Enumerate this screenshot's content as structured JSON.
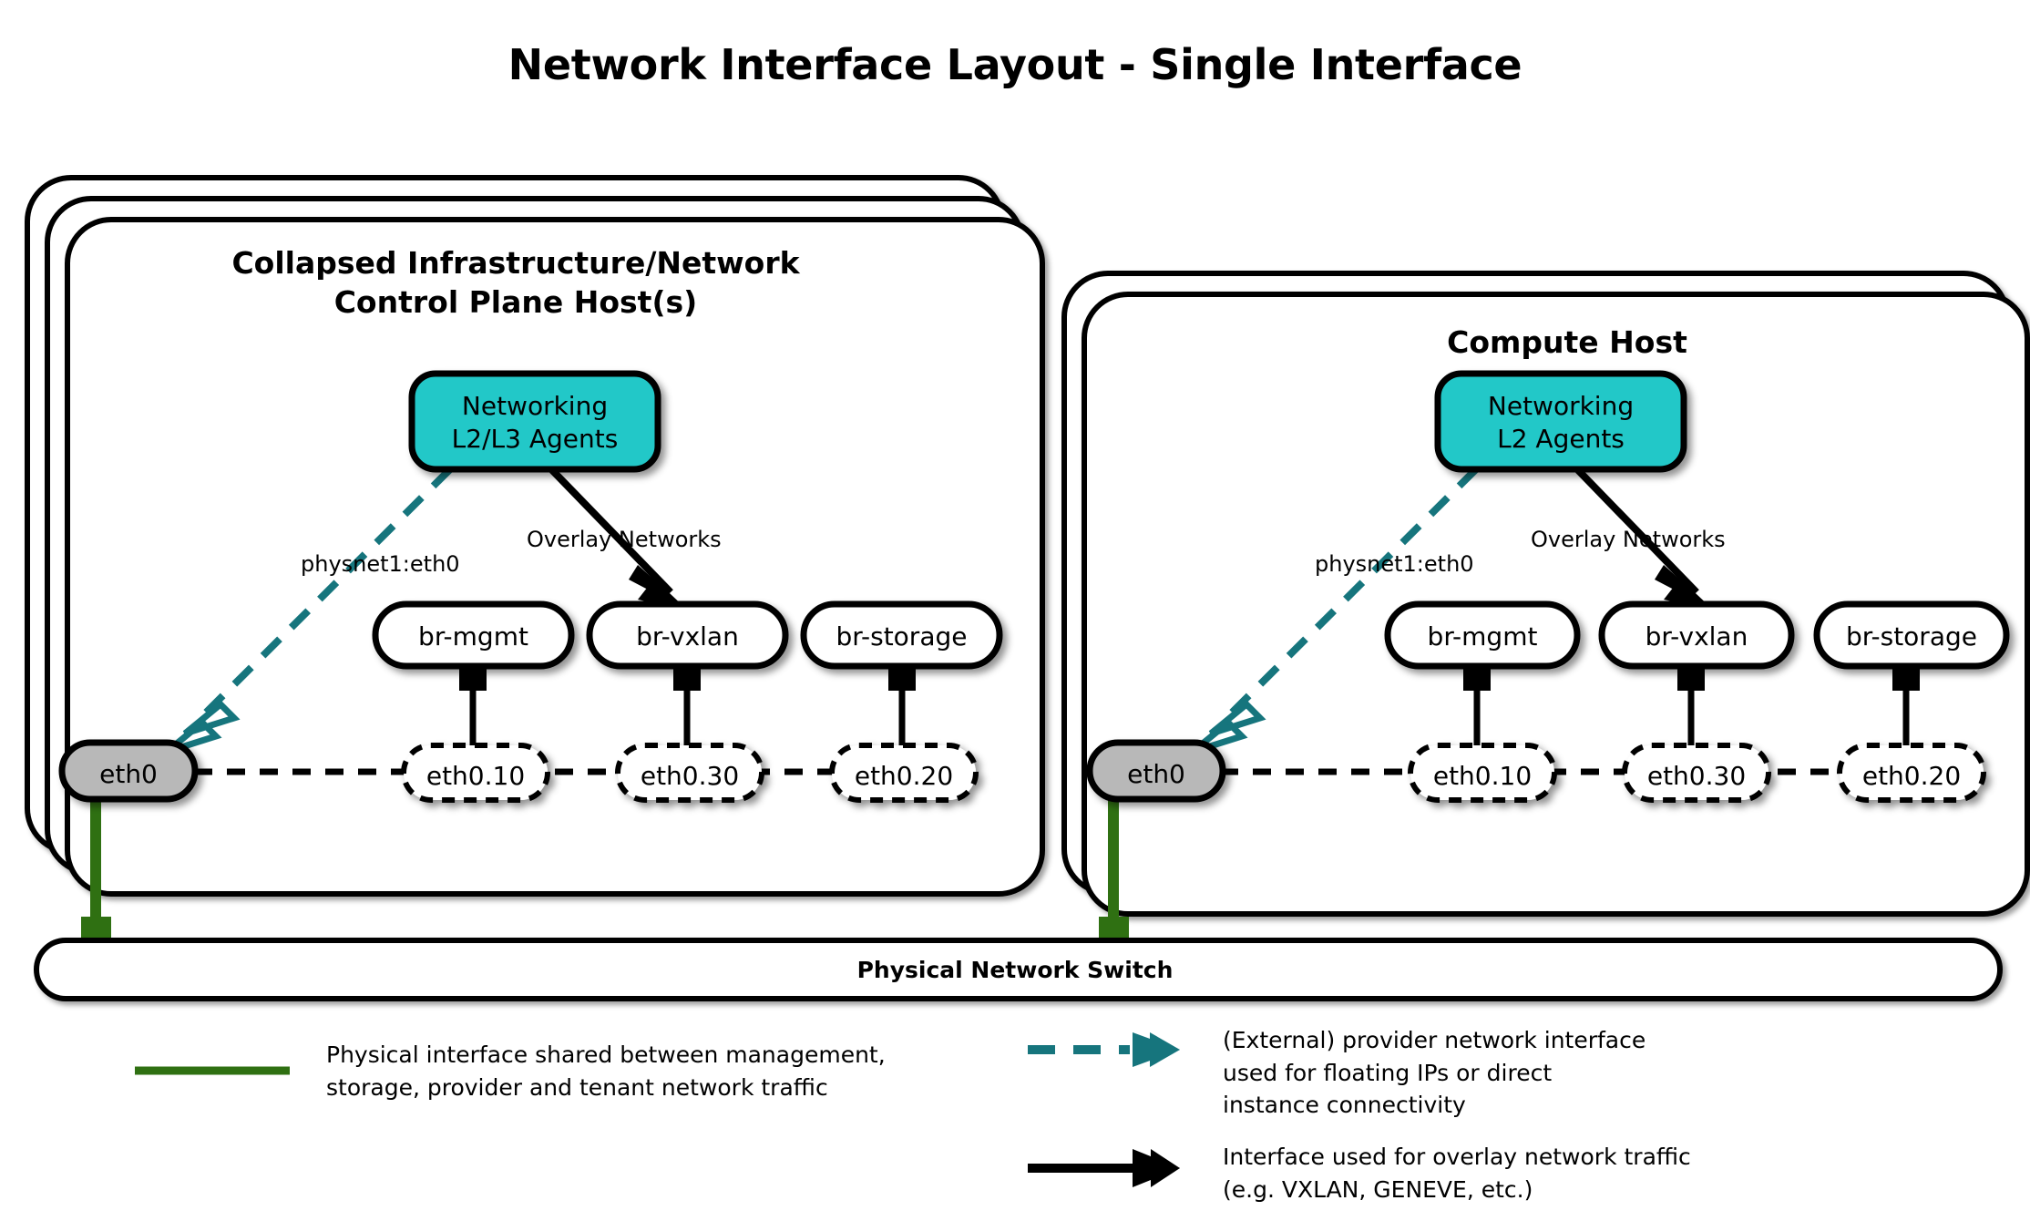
{
  "title": "Network Interface Layout - Single Interface",
  "colors": {
    "teal": "#22c8c8",
    "teal_line": "#16757d",
    "green": "#2f7012",
    "gray_nic": "#b8b8b8",
    "stroke": "#000000",
    "white": "#ffffff"
  },
  "hosts": [
    {
      "id": "control-plane-host",
      "title_line1": "Collapsed Infrastructure/Network",
      "title_line2": "Control Plane Host(s)",
      "stack_layers": 3,
      "agent_box": {
        "line1": "Networking",
        "line2": "L2/L3 Agents"
      },
      "provider_label": "physnet1:eth0",
      "overlay_label": "Overlay Networks",
      "nic": "eth0",
      "bridges": [
        {
          "bridge": "br-mgmt",
          "vlan": "eth0.10"
        },
        {
          "bridge": "br-vxlan",
          "vlan": "eth0.30"
        },
        {
          "bridge": "br-storage",
          "vlan": "eth0.20"
        }
      ]
    },
    {
      "id": "compute-host",
      "title_line1": "Compute Host",
      "title_line2": "",
      "stack_layers": 2,
      "agent_box": {
        "line1": "Networking",
        "line2": "L2 Agents"
      },
      "provider_label": "physnet1:eth0",
      "overlay_label": "Overlay Networks",
      "nic": "eth0",
      "bridges": [
        {
          "bridge": "br-mgmt",
          "vlan": "eth0.10"
        },
        {
          "bridge": "br-vxlan",
          "vlan": "eth0.30"
        },
        {
          "bridge": "br-storage",
          "vlan": "eth0.20"
        }
      ]
    }
  ],
  "switch": {
    "label": "Physical Network Switch"
  },
  "legend": [
    {
      "id": "physical-interface",
      "glyph": "solid-green-line",
      "text": "Physical interface shared between management,\nstorage, provider and tenant network traffic"
    },
    {
      "id": "provider-network-interface",
      "glyph": "teal-dashed-double-arrow",
      "text": "(External) provider network interface\nused for floating IPs or direct\ninstance connectivity"
    },
    {
      "id": "overlay-network-interface",
      "glyph": "black-solid-double-arrow",
      "text": "Interface used for overlay network traffic\n(e.g. VXLAN, GENEVE, etc.)"
    }
  ]
}
